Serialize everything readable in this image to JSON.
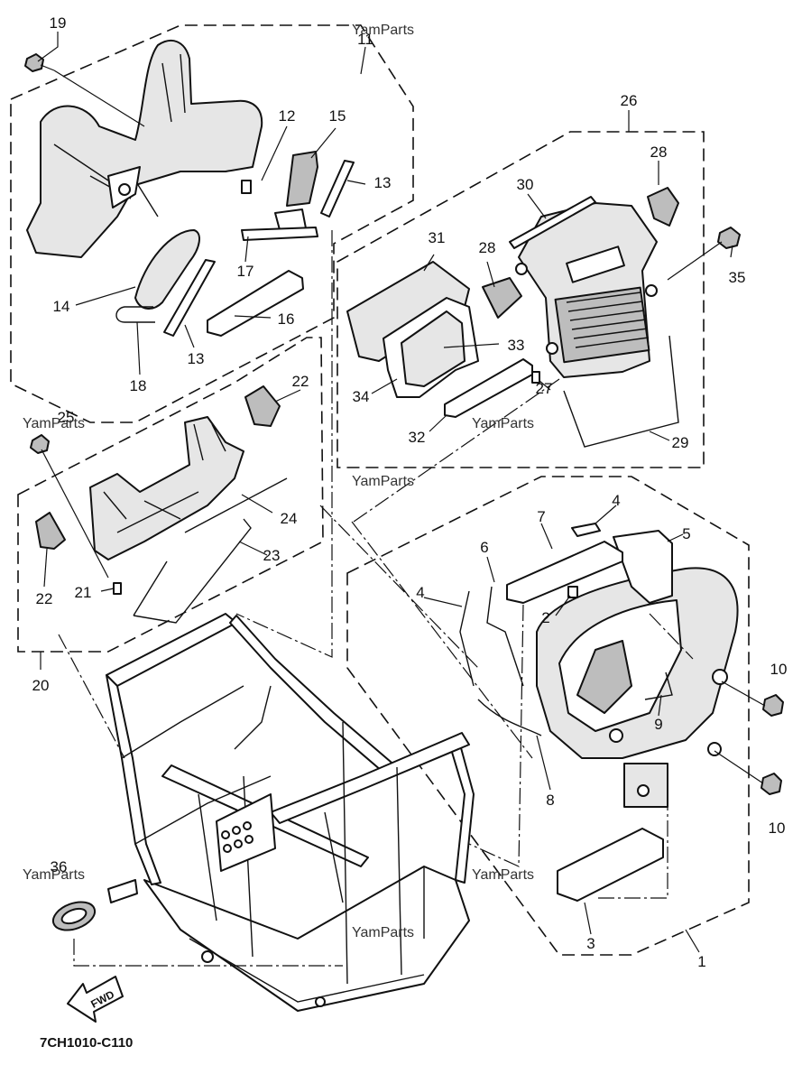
{
  "diagram": {
    "drawing_code": "7CH1010-C110",
    "fwd_label": "FWD",
    "watermark": "YamParts",
    "part_labels": {
      "p1": "1",
      "p2": "2",
      "p3": "3",
      "p4a": "4",
      "p4b": "4",
      "p5": "5",
      "p6": "6",
      "p7": "7",
      "p8": "8",
      "p9": "9",
      "p10a": "10",
      "p10b": "10",
      "p11": "11",
      "p12": "12",
      "p13a": "13",
      "p13b": "13",
      "p14": "14",
      "p15": "15",
      "p16": "16",
      "p17": "17",
      "p18": "18",
      "p19": "19",
      "p20": "20",
      "p21": "21",
      "p22a": "22",
      "p22b": "22",
      "p23": "23",
      "p24": "24",
      "p25": "25",
      "p26": "26",
      "p27": "27",
      "p28a": "28",
      "p28b": "28",
      "p29": "29",
      "p30": "30",
      "p31": "31",
      "p32": "32",
      "p33": "33",
      "p34": "34",
      "p35": "35",
      "p36": "36"
    }
  }
}
